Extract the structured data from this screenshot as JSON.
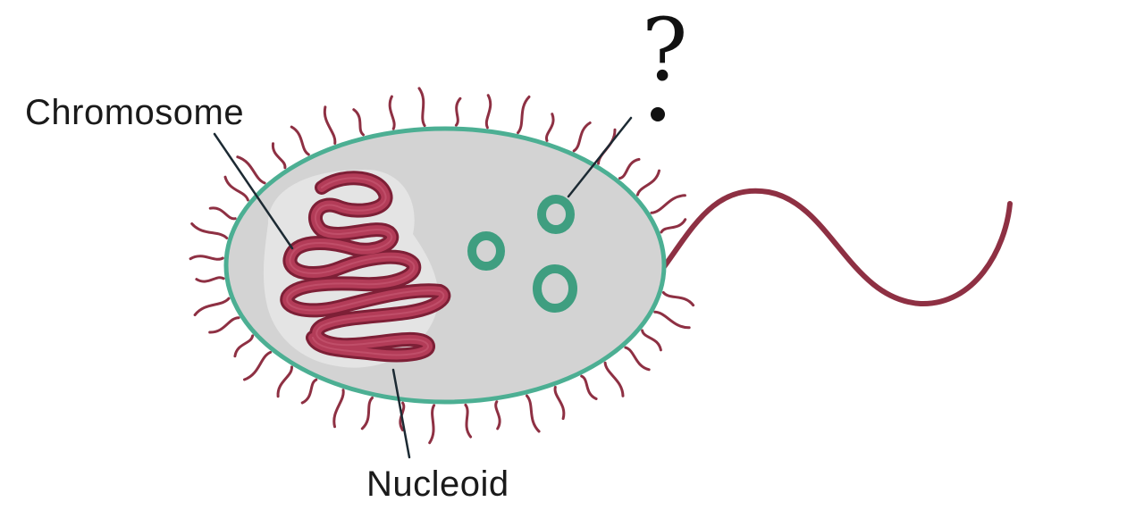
{
  "labels": {
    "chromosome": "Chromosome",
    "nucleoid": "Nucleoid",
    "unknown": "?"
  },
  "colors": {
    "cell_fill": "#d3d3d3",
    "nucleoid_fill": "#e6e6e6",
    "membrane": "#4caf93",
    "plasmid": "#3f9e80",
    "chromosome": "#b33c58",
    "chromosome_outline": "#7d1f36",
    "pili": "#8e3043",
    "flagellum": "#8e3043",
    "leader_line": "#1c2a33"
  },
  "icons": {
    "cell": "bacterium-cell",
    "chromosome": "coiled-dna",
    "plasmids": "plasmid-ring",
    "flagellum": "flagellum-tail",
    "pili": "pili-hairs"
  }
}
